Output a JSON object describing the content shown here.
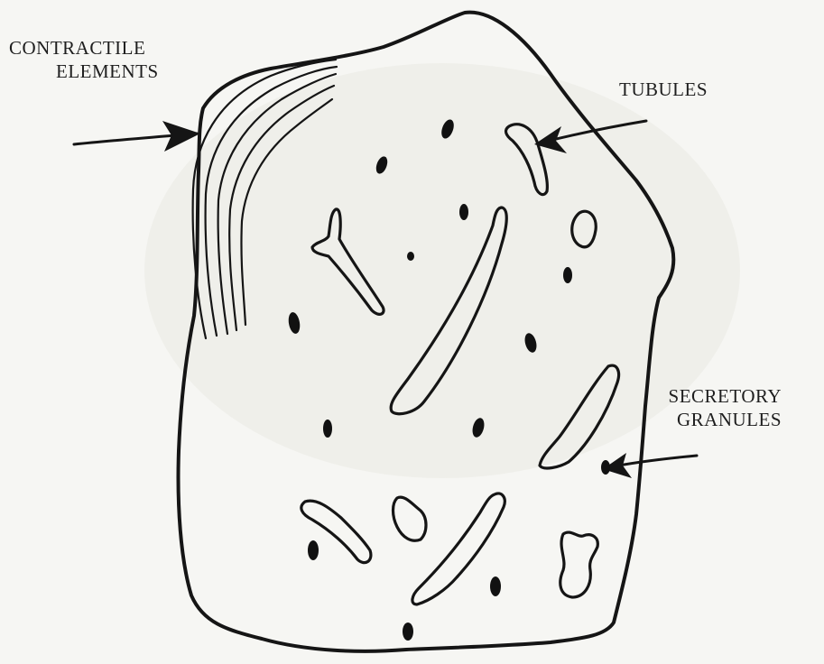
{
  "labels": {
    "contractile_line1": "CONTRACTILE",
    "contractile_line2": "ELEMENTS",
    "tubules": "TUBULES",
    "secretory_line1": "SECRETORY",
    "secretory_line2": "GRANULES"
  },
  "colors": {
    "ink": "#151515",
    "paper": "#f6f6f3"
  }
}
